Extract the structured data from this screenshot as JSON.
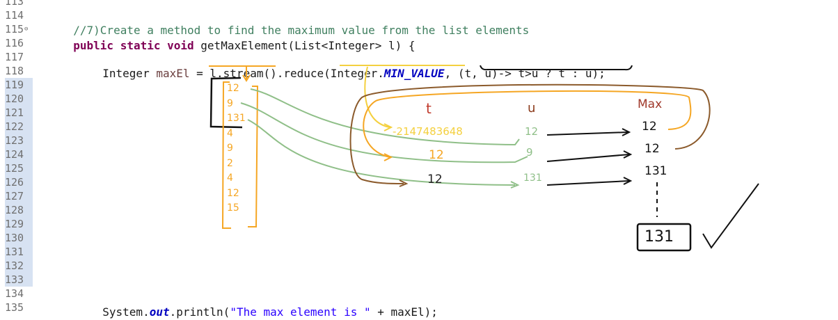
{
  "line_numbers": [
    "113",
    "114",
    "115",
    "116",
    "117",
    "118",
    "119",
    "120",
    "121",
    "122",
    "123",
    "124",
    "125",
    "126",
    "127",
    "128",
    "129",
    "130",
    "131",
    "132",
    "133",
    "134",
    "135"
  ],
  "fold_marker": "⊖",
  "code": {
    "comment": "//7)Create a method to find the maximum value from the list elements",
    "sig_kw": "public static void",
    "sig_rest": " getMaxElement(List<Integer> l) {",
    "l117_a": "Integer ",
    "l117_var": "maxEl",
    "l117_b": " = l.stream().reduce(Integer.",
    "l117_field": "MIN_VALUE",
    "l117_c": ", (t, u)-> t>u ? t : u);",
    "print_a": "System.",
    "print_field": "out",
    "print_b": ".println(",
    "print_str": "\"The max element is \"",
    "print_c": " + maxEl);"
  },
  "annotations": {
    "list_values": [
      "12",
      "9",
      "131",
      "4",
      "9",
      "2",
      "4",
      "12",
      "15"
    ],
    "col_t": "t",
    "col_u": "u",
    "col_max": "Max",
    "t_values": [
      "-2147483648",
      "12",
      "12"
    ],
    "u_values": [
      "12",
      "9",
      "131"
    ],
    "max_values": [
      "12",
      "12",
      "131"
    ],
    "result": "131",
    "colors": {
      "orange": "#f5a623",
      "yellow": "#f4d03f",
      "green": "#8fbf88",
      "brown": "#8b5a2b",
      "black": "#111111"
    }
  }
}
